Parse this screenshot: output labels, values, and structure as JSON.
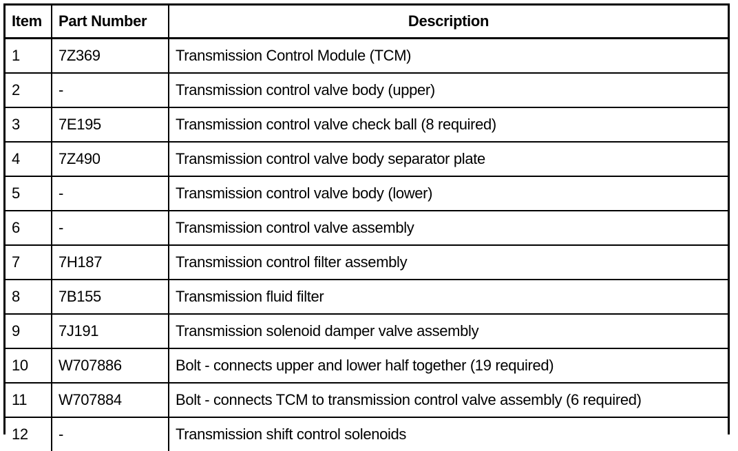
{
  "document": {
    "type": "parts-list-table",
    "background_color": "#ffffff",
    "text_color": "#000000",
    "border_color": "#000000"
  },
  "table": {
    "columns": [
      {
        "key": "item",
        "label": "Item",
        "align": "left"
      },
      {
        "key": "part_number",
        "label": "Part Number",
        "align": "left"
      },
      {
        "key": "description",
        "label": "Description",
        "align": "center"
      }
    ],
    "rows": [
      {
        "item": "1",
        "part_number": "7Z369",
        "description": "Transmission Control Module (TCM)"
      },
      {
        "item": "2",
        "part_number": "-",
        "description": "Transmission control valve body (upper)"
      },
      {
        "item": "3",
        "part_number": "7E195",
        "description": "Transmission control valve check ball (8 required)"
      },
      {
        "item": "4",
        "part_number": "7Z490",
        "description": "Transmission control valve body separator plate"
      },
      {
        "item": "5",
        "part_number": "-",
        "description": "Transmission control valve body (lower)"
      },
      {
        "item": "6",
        "part_number": "-",
        "description": "Transmission control valve assembly"
      },
      {
        "item": "7",
        "part_number": "7H187",
        "description": "Transmission control filter assembly"
      },
      {
        "item": "8",
        "part_number": "7B155",
        "description": "Transmission fluid filter"
      },
      {
        "item": "9",
        "part_number": "7J191",
        "description": "Transmission solenoid damper valve assembly"
      },
      {
        "item": "10",
        "part_number": "W707886",
        "description": "Bolt - connects upper and lower half together (19 required)"
      },
      {
        "item": "11",
        "part_number": "W707884",
        "description": "Bolt - connects TCM to transmission control valve assembly (6 required)"
      },
      {
        "item": "12",
        "part_number": "-",
        "description": "Transmission shift control solenoids"
      }
    ]
  }
}
